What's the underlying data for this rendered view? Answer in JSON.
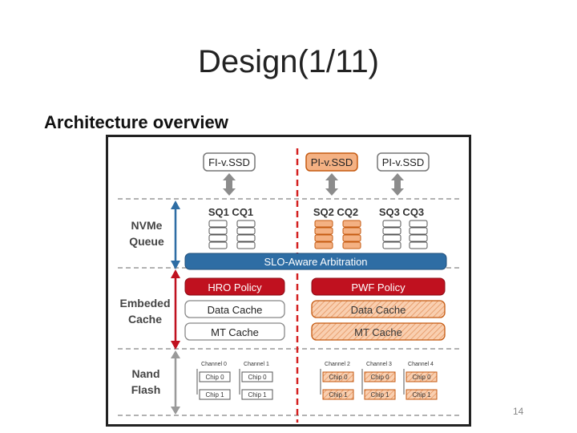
{
  "slide": {
    "title": "Design(1/11)",
    "subtitle": "Architecture overview",
    "page_number": "14"
  },
  "diagram": {
    "vssd": [
      {
        "label": "FI-v.SSD",
        "highlighted": false
      },
      {
        "label": "PI-v.SSD",
        "highlighted": true
      },
      {
        "label": "PI-v.SSD",
        "highlighted": false
      }
    ],
    "queues": [
      {
        "label": "SQ1 CQ1",
        "highlighted": false
      },
      {
        "label": "SQ2 CQ2",
        "highlighted": true
      },
      {
        "label": "SQ3 CQ3",
        "highlighted": false
      }
    ],
    "layers": {
      "nvme": "NVMe Queue",
      "cache": "Embeded Cache",
      "flash": "Nand Flash"
    },
    "arbitration": "SLO-Aware Arbitration",
    "left_policy": "HRO Policy",
    "right_policy": "PWF Policy",
    "data_cache": "Data Cache",
    "mt_cache": "MT Cache",
    "channels": [
      {
        "name": "Channel 0",
        "chips": [
          "Chip 0",
          "Chip 1"
        ],
        "highlighted": false
      },
      {
        "name": "Channel 1",
        "chips": [
          "Chip 0",
          "Chip 1"
        ],
        "highlighted": false
      },
      {
        "name": "Channel 2",
        "chips": [
          "Chip 0",
          "Chip 1"
        ],
        "highlighted": true
      },
      {
        "name": "Channel 3",
        "chips": [
          "Chip 0",
          "Chip 1"
        ],
        "highlighted": true
      },
      {
        "name": "Channel 4",
        "chips": [
          "Chip 0",
          "Chip 1"
        ],
        "highlighted": true
      }
    ],
    "colors": {
      "highlight_fill": "#f4b183",
      "highlight_stroke": "#c55a11",
      "policy_red": "#c0111f",
      "arbitration_blue": "#2e6da4",
      "arrow_gray": "#8c8c8c",
      "divider_red": "#d42020"
    }
  }
}
